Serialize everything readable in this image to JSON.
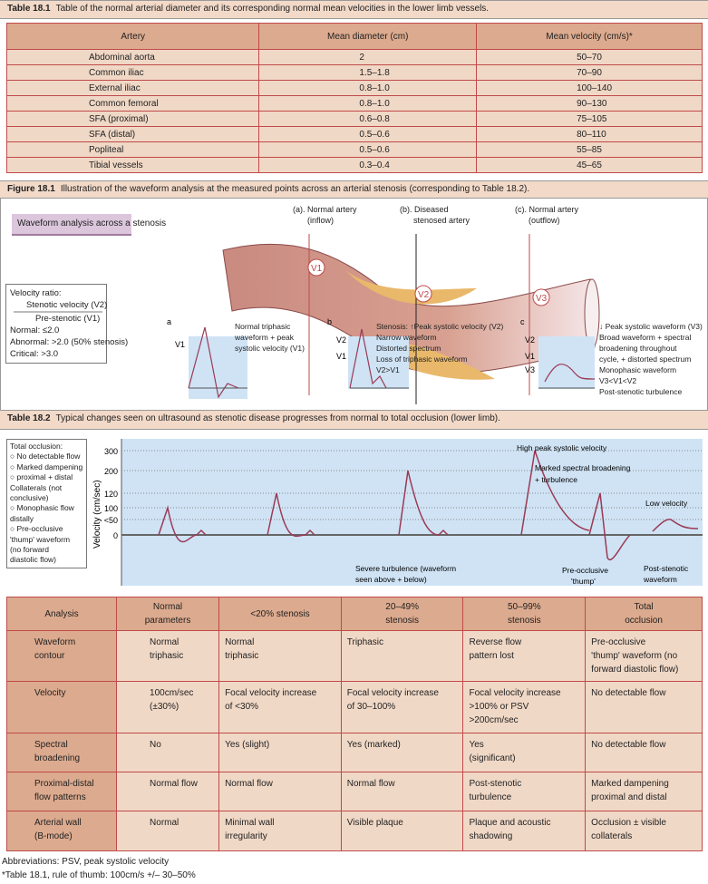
{
  "table1": {
    "caption_label": "Table 18.1",
    "caption": "Table of the normal arterial diameter and its corresponding normal mean velocities in the lower limb vessels.",
    "headers": [
      "Artery",
      "Mean diameter (cm)",
      "Mean velocity (cm/s)*"
    ],
    "rows": [
      [
        "Abdominal aorta",
        "2",
        "50–70"
      ],
      [
        "Common iliac",
        "1.5–1.8",
        "70–90"
      ],
      [
        "External iliac",
        "0.8–1.0",
        "100–140"
      ],
      [
        "Common femoral",
        "0.8–1.0",
        "90–130"
      ],
      [
        "SFA (proximal)",
        "0.6–0.8",
        "75–105"
      ],
      [
        "SFA (distal)",
        "0.5–0.6",
        "80–110"
      ],
      [
        "Popliteal",
        "0.5–0.6",
        "55–85"
      ],
      [
        "Tibial vessels",
        "0.3–0.4",
        "45–65"
      ]
    ]
  },
  "figure1": {
    "caption_label": "Figure 18.1",
    "caption": "Illustration of the waveform analysis at the measured points across an arterial stenosis (corresponding to Table 18.2).",
    "title": "Waveform analysis across a stenosis",
    "points": [
      "(a). Normal artery",
      "(inflow)",
      "(b). Diseased",
      "stenosed artery",
      "(c). Normal artery",
      "(outflow)"
    ],
    "markers": [
      "V1",
      "V2",
      "V3"
    ],
    "ratio": {
      "title": "Velocity ratio:",
      "numerator": "Stenotic velocity (V2)",
      "denominator": "Pre-stenotic (V1)",
      "normal": "Normal: ≤2.0",
      "abnormal": "Abnormal: >2.0 (50% stenosis)",
      "critical": "Critical: >3.0"
    },
    "panels": {
      "a": {
        "letter": "a",
        "notes": [
          "Normal triphasic",
          "waveform + peak",
          "systolic velocity (V1)"
        ]
      },
      "b": {
        "letter": "b",
        "notes": [
          "Stenosis: ↑Peak systolic velocity (V2)",
          "Narrow waveform",
          "Distorted spectrum",
          "Loss of triphasic waveform",
          "V2>V1"
        ]
      },
      "c": {
        "letter": "c",
        "notes": [
          "↓ Peak systolic waveform (V3)",
          "Broad waveform + spectral",
          "broadening throughout",
          "cycle, + distorted spectrum",
          "Monophasic waveform",
          "V3<V1<V2",
          "Post-stenotic turbulence"
        ]
      }
    }
  },
  "table2": {
    "caption_label": "Table 18.2",
    "caption": "Typical changes seen on ultrasound as stenotic disease progresses from normal to total occlusion (lower limb).",
    "legend": [
      "Total occlusion:",
      "○ No detectable flow",
      "○ Marked dampening",
      "○ proximal + distal",
      "Collaterals (not",
      "conclusive)",
      "○ Monophasic flow",
      "distally",
      "○ Pre-occlusive",
      "'thump' waveform",
      "(no forward",
      "diastolic flow)"
    ],
    "headers": [
      [
        "Analysis"
      ],
      [
        "Normal",
        "parameters"
      ],
      [
        "<20% stenosis"
      ],
      [
        "20–49%",
        "stenosis"
      ],
      [
        "50–99%",
        "stenosis"
      ],
      [
        "Total",
        "occlusion"
      ]
    ],
    "rows": [
      [
        [
          "Waveform",
          "contour"
        ],
        [
          "Normal",
          "triphasic"
        ],
        [
          "Normal",
          "triphasic"
        ],
        [
          "Triphasic"
        ],
        [
          "Reverse flow",
          "pattern lost"
        ],
        [
          "Pre-occlusive",
          "'thump' waveform (no",
          "forward diastolic flow)"
        ]
      ],
      [
        [
          "Velocity"
        ],
        [
          "100cm/sec",
          "(±30%)"
        ],
        [
          "Focal velocity increase",
          "of <30%"
        ],
        [
          "Focal velocity increase",
          "of 30–100%"
        ],
        [
          "Focal velocity increase",
          ">100% or PSV",
          ">200cm/sec"
        ],
        [
          "No detectable flow"
        ]
      ],
      [
        [
          "Spectral",
          "broadening"
        ],
        [
          "No"
        ],
        [
          "Yes (slight)"
        ],
        [
          "Yes (marked)"
        ],
        [
          "Yes",
          "(significant)"
        ],
        [
          "No detectable flow"
        ]
      ],
      [
        [
          "Proximal-distal",
          "flow patterns"
        ],
        [
          "Normal flow"
        ],
        [
          "Normal flow"
        ],
        [
          "Normal flow"
        ],
        [
          "Post-stenotic",
          "turbulence"
        ],
        [
          "Marked dampening",
          "proximal and distal"
        ]
      ],
      [
        [
          "Arterial wall",
          "(B-mode)"
        ],
        [
          "Normal"
        ],
        [
          "Minimal wall",
          "irregularity"
        ],
        [
          "Visible plaque"
        ],
        [
          "Plaque and acoustic",
          "shadowing"
        ],
        [
          "Occlusion ± visible",
          "collaterals"
        ]
      ]
    ]
  },
  "chart_data": {
    "type": "line",
    "ylabel": "Velocity (cm/sec)",
    "yticks": [
      "300",
      "200",
      "120",
      "100",
      "<50",
      "0"
    ],
    "series": [
      {
        "name": "Normal",
        "peak": 100
      },
      {
        "name": "<20% stenosis",
        "peak": 120
      },
      {
        "name": "20–49% stenosis",
        "peak": 200
      },
      {
        "name": "50–99% stenosis",
        "peak": 300
      },
      {
        "name": "Pre-occlusive",
        "peak": 120
      },
      {
        "name": "Post-stenotic",
        "peak": 50
      }
    ],
    "annotations": [
      "High peak systolic velocity",
      "Marked spectral broadening",
      "+ turbulence",
      "Low velocity",
      "Severe turbulence (waveform",
      "seen above + below)",
      "Pre-occlusive",
      "'thump'",
      "Post-stenotic",
      "waveform"
    ]
  },
  "footer": {
    "abbrev": "Abbreviations:  PSV, peak systolic velocity",
    "note": "*Table 18.1, rule of thumb: 100cm/s +/– 30–50%"
  },
  "colors": {
    "header": "#dcaa8e",
    "cell": "#f0d8c6",
    "line": "#c04a4a",
    "wave": "#9a3a55",
    "panel": "#cfe3f5"
  }
}
